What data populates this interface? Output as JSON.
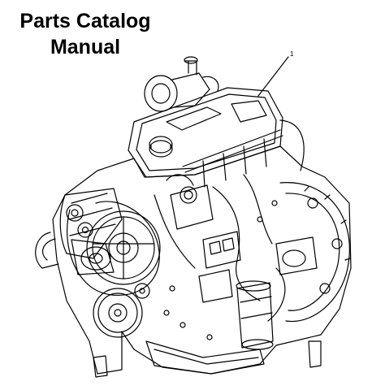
{
  "title": {
    "line1": "Parts Catalog",
    "line2": "Manual"
  },
  "illustration": {
    "callout": "1",
    "icon": "engine-line-drawing",
    "colors": {
      "ink": "#000000",
      "paper": "#ffffff"
    }
  }
}
